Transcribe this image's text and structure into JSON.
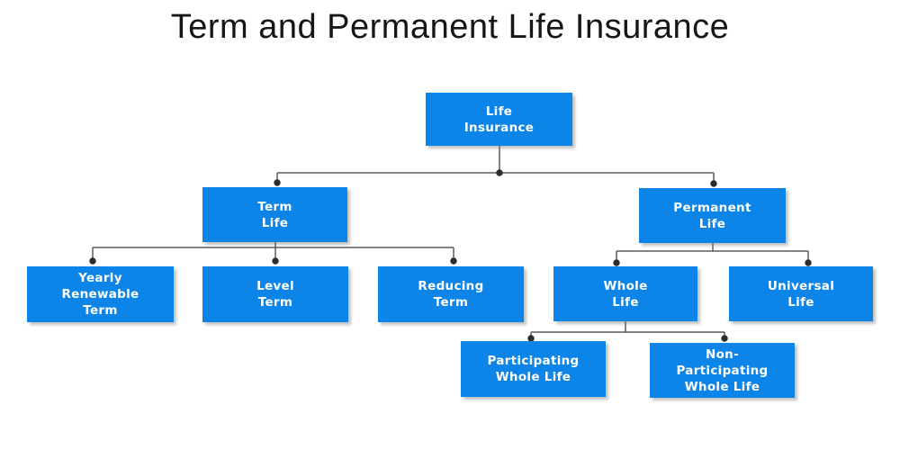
{
  "title": "Term and Permanent Life Insurance",
  "colors": {
    "node_fill": "#0d84e8",
    "node_text": "#ffffff",
    "connector": "#5c5c5c",
    "junction_dot": "#2d2d2d",
    "title_text": "#161616",
    "background": "#ffffff"
  },
  "nodes": {
    "life_insurance": {
      "label": "Life\nInsurance"
    },
    "term_life": {
      "label": "Term\nLife"
    },
    "permanent_life": {
      "label": "Permanent\nLife"
    },
    "yearly_renewable_term": {
      "label": "Yearly\nRenewable\nTerm"
    },
    "level_term": {
      "label": "Level\nTerm"
    },
    "reducing_term": {
      "label": "Reducing\nTerm"
    },
    "whole_life": {
      "label": "Whole\nLife"
    },
    "universal_life": {
      "label": "Universal\nLife"
    },
    "participating_whole_life": {
      "label": "Participating\nWhole Life"
    },
    "non_participating_whole_life": {
      "label": "Non-\nParticipating\nWhole Life"
    }
  },
  "hierarchy": [
    {
      "parent": "Life Insurance",
      "children": [
        "Term Life",
        "Permanent Life"
      ]
    },
    {
      "parent": "Term Life",
      "children": [
        "Yearly Renewable Term",
        "Level Term",
        "Reducing Term"
      ]
    },
    {
      "parent": "Permanent Life",
      "children": [
        "Whole Life",
        "Universal Life"
      ]
    },
    {
      "parent": "Whole Life",
      "children": [
        "Participating Whole Life",
        "Non-Participating Whole Life"
      ]
    }
  ]
}
